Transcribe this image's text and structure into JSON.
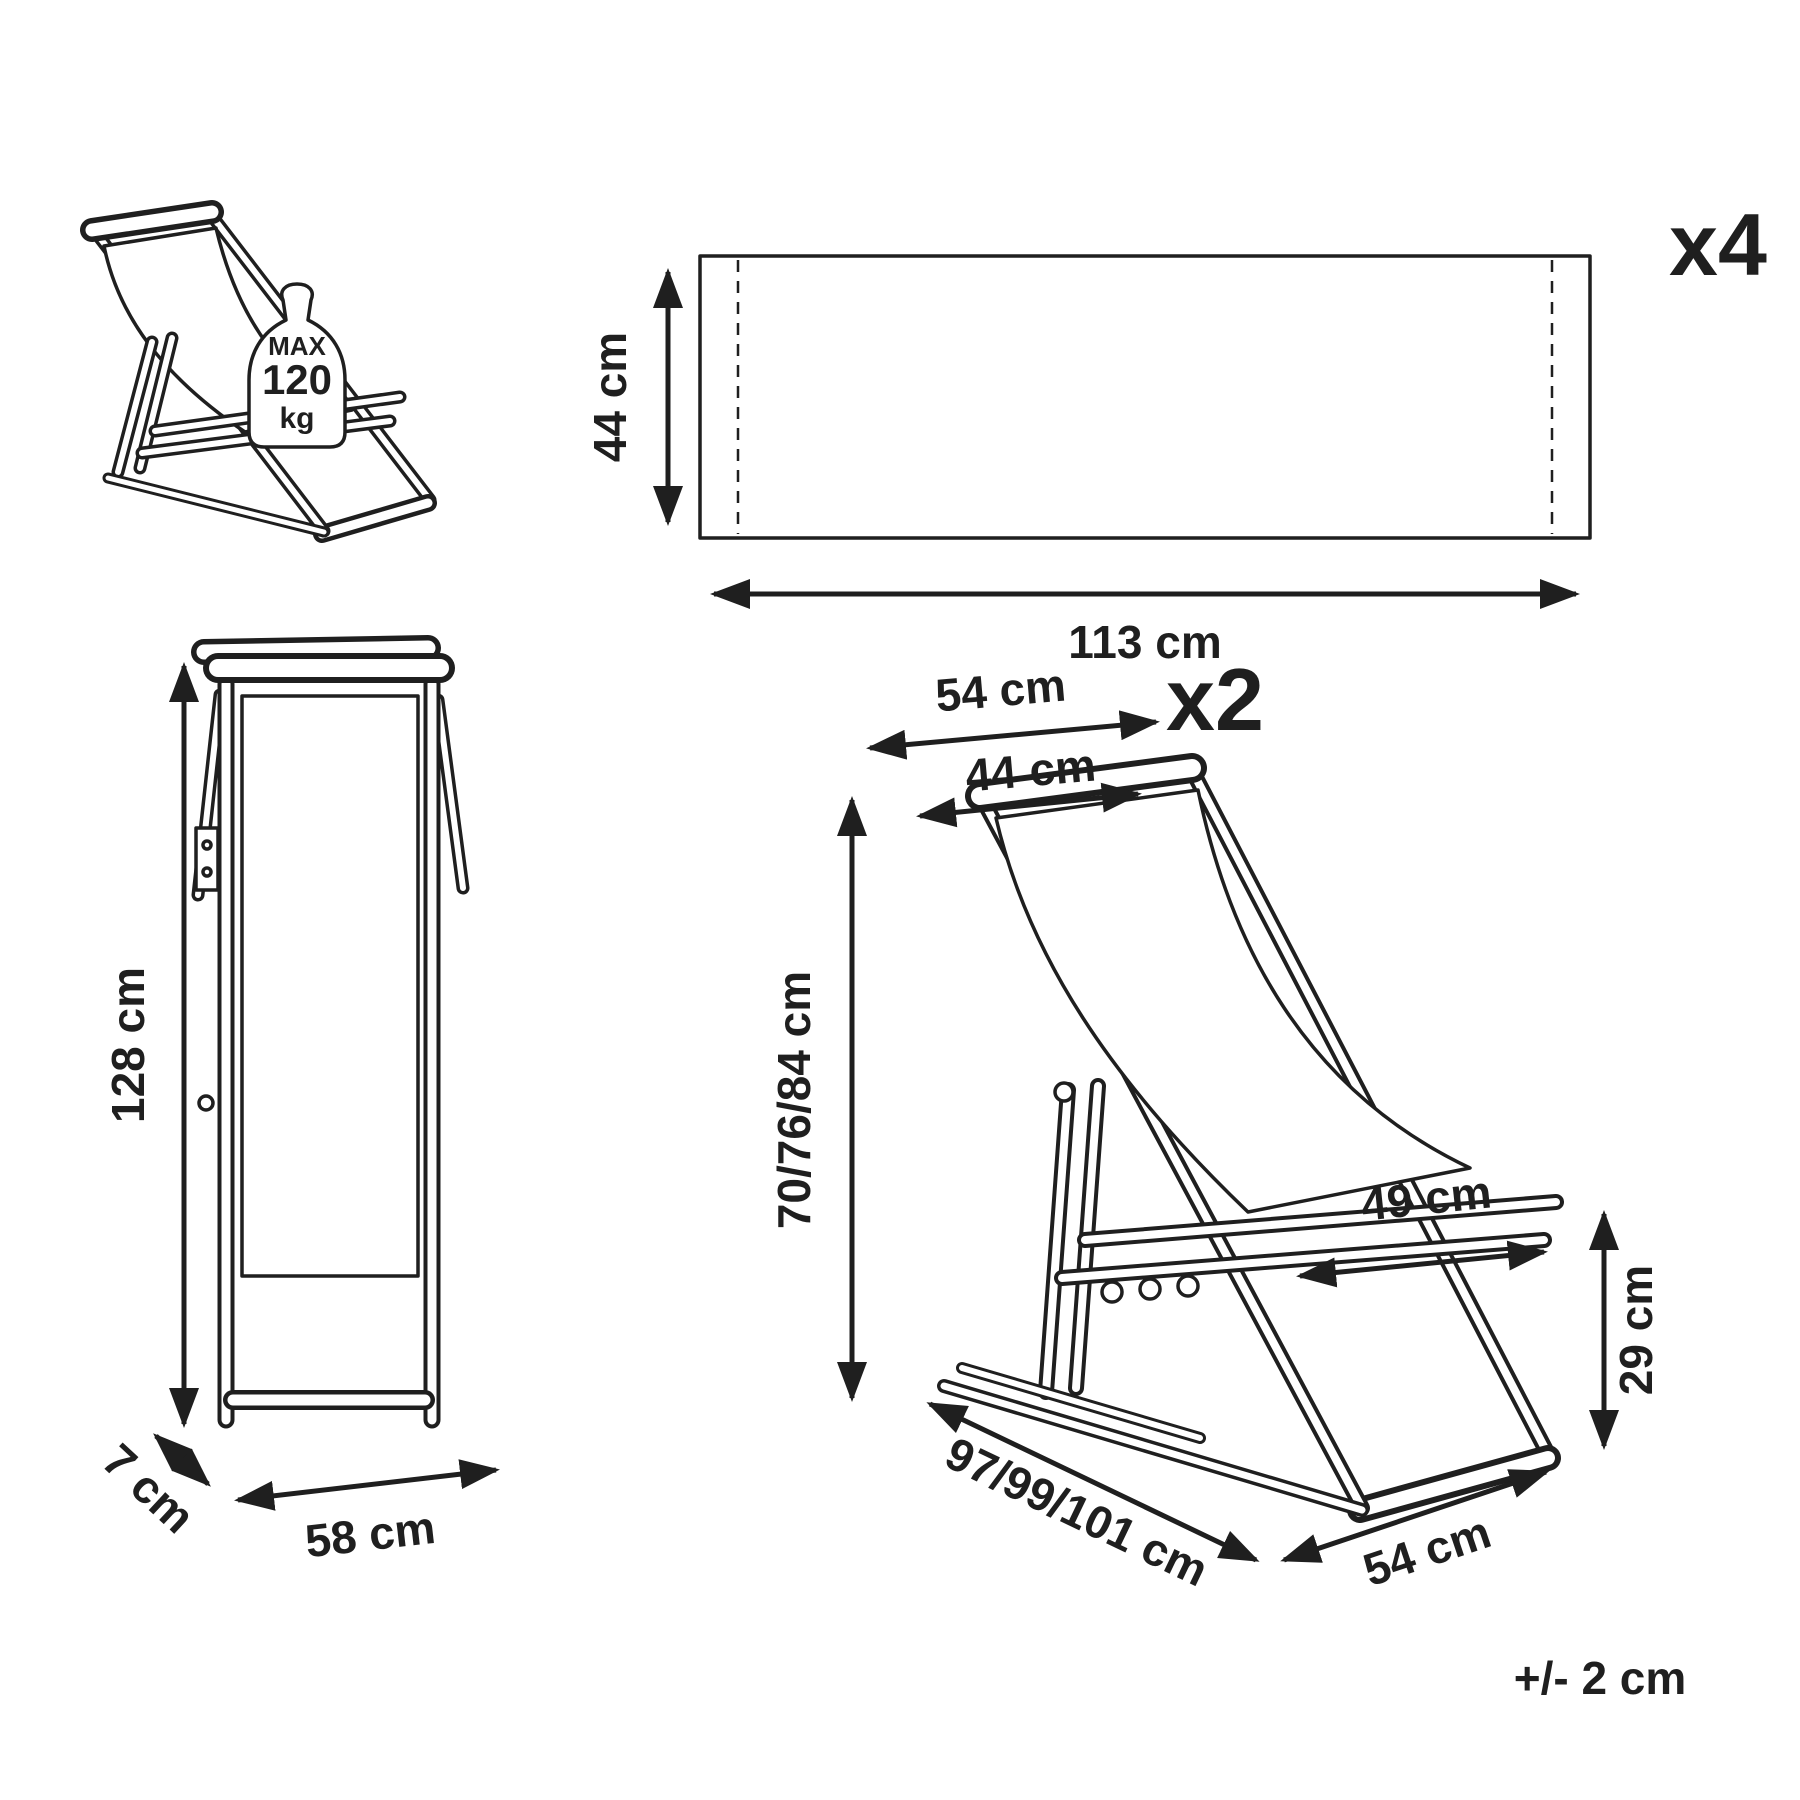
{
  "colors": {
    "ink": "#1f1f1f",
    "background": "#ffffff"
  },
  "figures": {
    "deckchair_overview": {
      "weight_limit": {
        "line1": "MAX",
        "line2": "120",
        "line3": "kg"
      }
    },
    "fabric_panel": {
      "quantity": "x4",
      "height_label": "44 cm",
      "width_label": "113 cm"
    },
    "folded_chair": {
      "height_label": "128 cm",
      "width_label": "58 cm",
      "depth_label": "7 cm"
    },
    "assembled_chair": {
      "quantity": "x2",
      "top_width_label": "54 cm",
      "inner_width_label": "44 cm",
      "height_label": "70/76/84 cm",
      "seat_length_label": "49 cm",
      "seat_height_label": "29 cm",
      "depth_label": "97/99/101 cm",
      "base_width_label": "54 cm"
    },
    "tolerance_note": "+/- 2 cm"
  }
}
